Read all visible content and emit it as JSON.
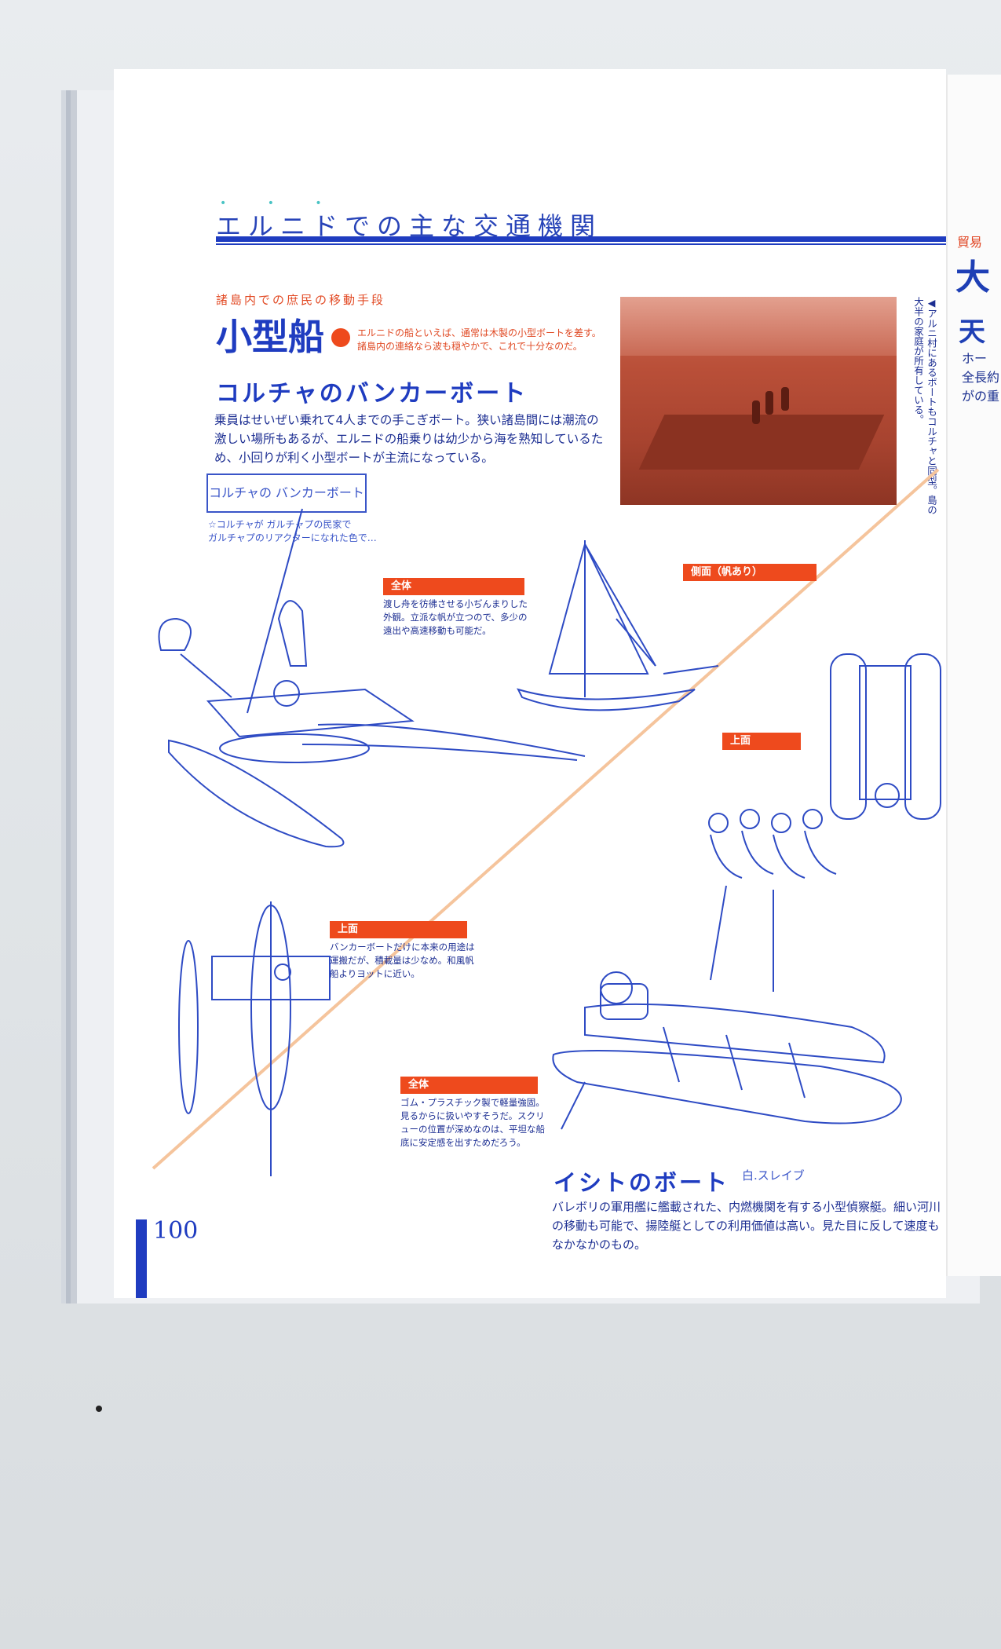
{
  "page": {
    "section_title": "エルニドでの主な交通機関",
    "subtitle": "諸島内での庶民の移動手段",
    "main_title": "小型船",
    "title_desc": "エルニドの船といえば、通常は木製の小型ボートを差す。諸島内の連絡なら波も穏やかで、これで十分なのだ。",
    "page_number": "100"
  },
  "photo": {
    "caption": "◀アルニ村にあるボートもコルチャと同型。島の大半の家庭が所有している。"
  },
  "bunker_boat": {
    "heading": "コルチャのバンカーボート",
    "body": "乗員はせいぜい乗れて4人までの手こぎボート。狭い諸島間には潮流の激しい場所もあるが、エルニドの船乗りは幼少から海を熟知しているため、小回りが利く小型ボートが主流になっている。",
    "handwritten_title": "コルチャの バンカーボート",
    "handwritten_note_line1": "☆コルチャが ガルチャプの民家で",
    "handwritten_note_line2": "ガルチャプのリアクターになれた色で…",
    "labels": [
      {
        "tag": "全体",
        "text": "渡し舟を彷彿させる小ぢんまりした外観。立派な帆が立つので、多少の遠出や高速移動も可能だ。"
      },
      {
        "tag": "側面（帆あり）",
        "text": ""
      },
      {
        "tag": "上面",
        "text": "バンカーボートだけに本来の用途は運搬だが、積載量は少なめ。和風帆船よりヨットに近い。"
      }
    ]
  },
  "isito_boat": {
    "heading": "イシトのボート",
    "signature": "白.スレイブ",
    "body": "バレボリの軍用艦に艦載された、内燃機関を有する小型偵察艇。細い河川の移動も可能で、揚陸艇としての利用価値は高い。見た目に反して速度もなかなかのもの。",
    "labels": [
      {
        "tag": "上面",
        "text": ""
      },
      {
        "tag": "全体",
        "text": "ゴム・プラスチック製で軽量強固。見るからに扱いやすそうだ。スクリューの位置が深めなのは、平坦な船底に安定感を出すためだろう。"
      }
    ]
  },
  "right_page": {
    "label": "貿易",
    "big": "大",
    "sub": "天",
    "lines": [
      "ホー",
      "全長約",
      "がの重"
    ]
  },
  "colors": {
    "accent_blue": "#1f3cc0",
    "accent_red": "#ee4a1d"
  }
}
